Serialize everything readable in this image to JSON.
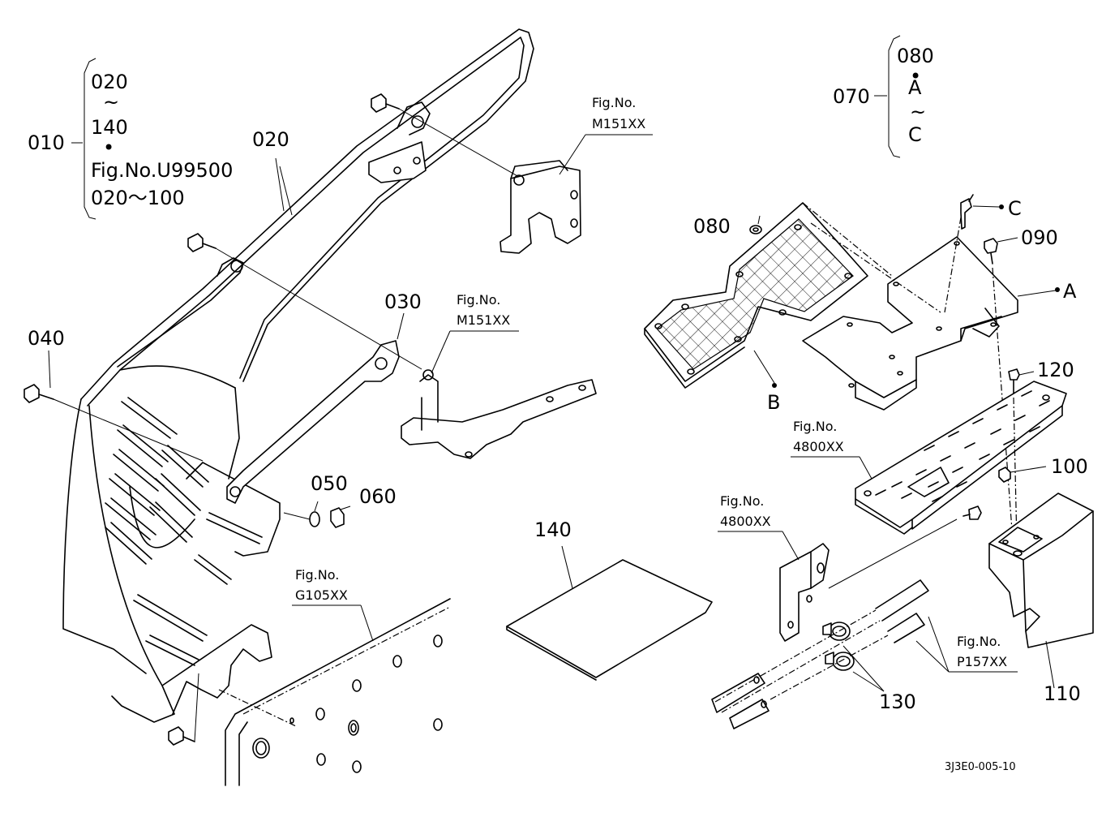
{
  "diagram_code": "3J3E0-005-10",
  "labels": {
    "p010": "010",
    "p020": "020",
    "p030": "030",
    "p040": "040",
    "p050": "050",
    "p060": "060",
    "p070": "070",
    "p080": "080",
    "p090": "090",
    "p100": "100",
    "p110": "110",
    "p120": "120",
    "p130": "130",
    "p140": "140",
    "point_a": "A",
    "point_b": "B",
    "point_c": "C"
  },
  "group_010": {
    "line1": "020",
    "line2": "~",
    "line3": "140",
    "line4": "•",
    "line5": "Fig.No.U99500",
    "line6": "020～100"
  },
  "group_070": {
    "line1": "080",
    "line2": "•",
    "line3": "A",
    "line4": "~",
    "line5": "C"
  },
  "figure_refs": {
    "m151_top": {
      "title": "Fig.No.",
      "code": "M151XX"
    },
    "m151_mid": {
      "title": "Fig.No.",
      "code": "M151XX"
    },
    "g105": {
      "title": "Fig.No.",
      "code": "G105XX"
    },
    "r4800_upper": {
      "title": "Fig.No.",
      "code": "4800XX"
    },
    "r4800_lower": {
      "title": "Fig.No.",
      "code": "4800XX"
    },
    "p157": {
      "title": "Fig.No.",
      "code": "P157XX"
    }
  }
}
